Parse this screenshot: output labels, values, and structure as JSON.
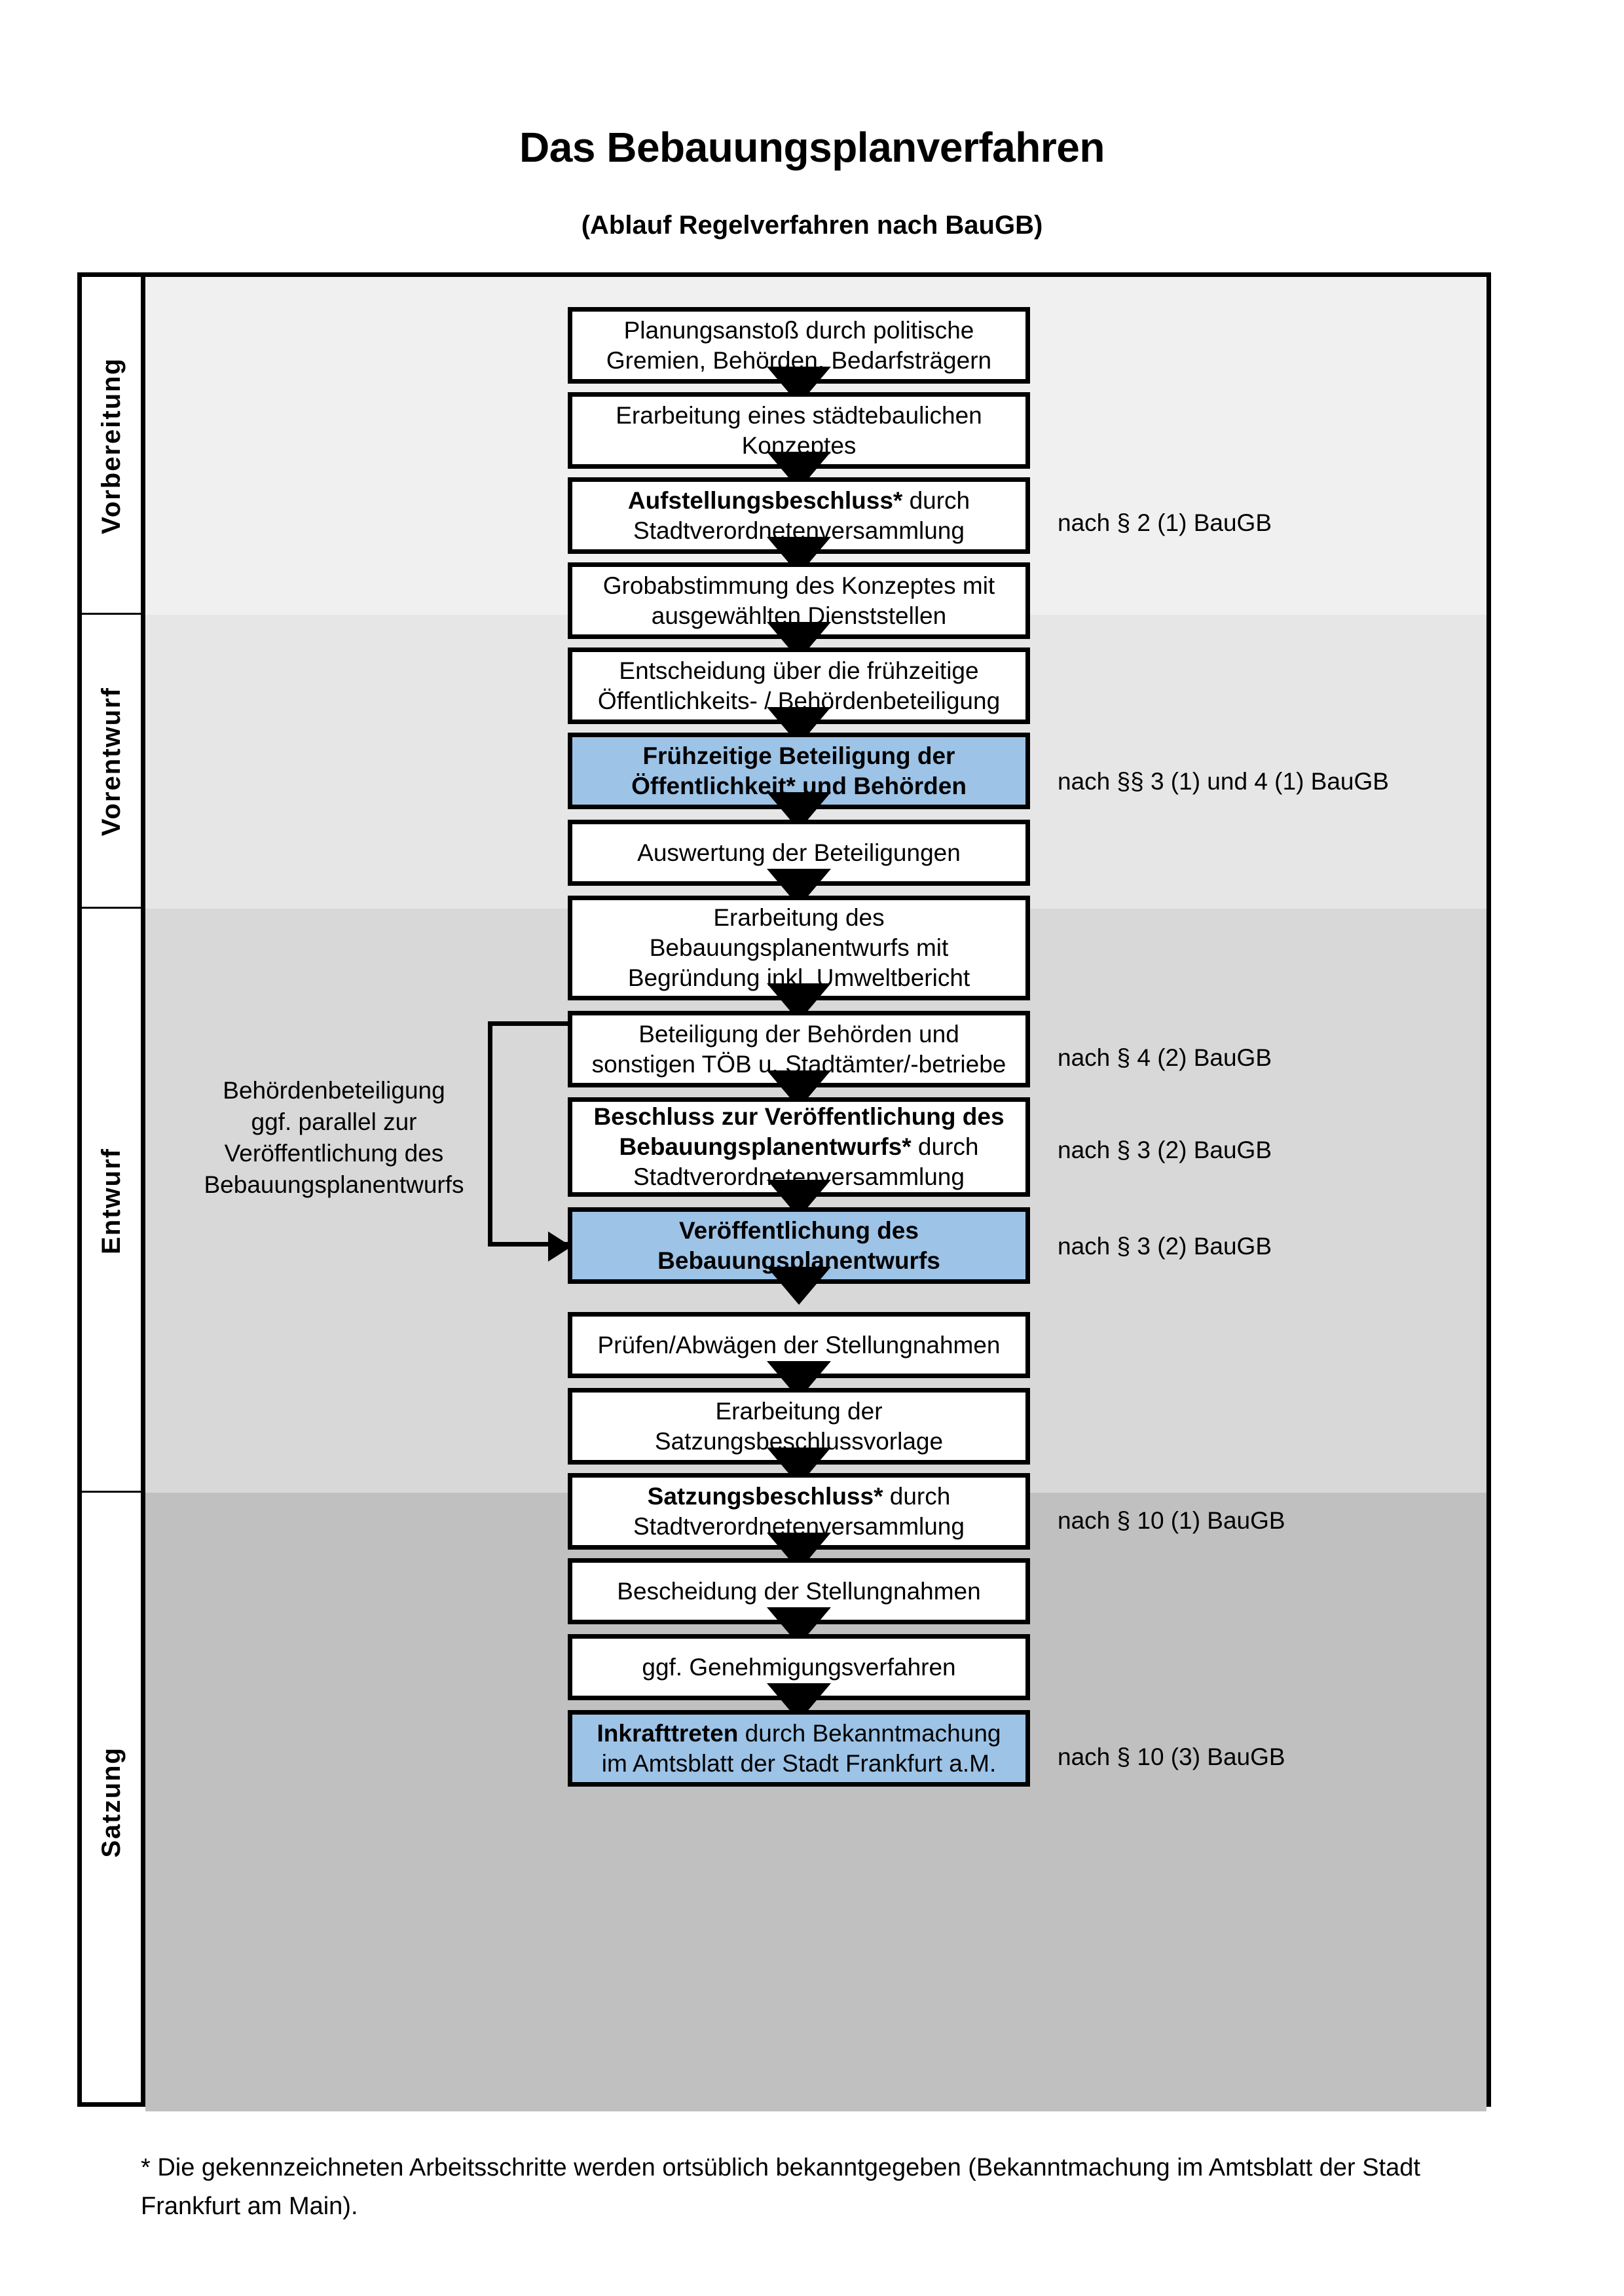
{
  "header": {
    "title": "Das Bebauungsplanverfahren",
    "subtitle": "(Ablauf Regelverfahren nach BauGB)"
  },
  "phases": [
    {
      "label": "Vorbereitung"
    },
    {
      "label": "Vorentwurf"
    },
    {
      "label": "Entwurf"
    },
    {
      "label": "Satzung"
    }
  ],
  "side_note": {
    "lines": [
      "Behördenbeteiligung",
      "ggf. parallel zur",
      "Veröffentlichung des",
      "Bebauungsplanentwurfs"
    ]
  },
  "steps": [
    {
      "id": "planungsanstoss",
      "phase": "Vorbereitung",
      "highlight": false,
      "lines": [
        {
          "parts": [
            {
              "text": "Planungsanstoß durch politische",
              "bold": false
            }
          ]
        },
        {
          "parts": [
            {
              "text": "Gremien, Behörden, Bedarfsträgern",
              "bold": false
            }
          ]
        }
      ]
    },
    {
      "id": "konzept",
      "phase": "Vorbereitung",
      "highlight": false,
      "lines": [
        {
          "parts": [
            {
              "text": "Erarbeitung eines städtebaulichen",
              "bold": false
            }
          ]
        },
        {
          "parts": [
            {
              "text": "Konzeptes",
              "bold": false
            }
          ]
        }
      ]
    },
    {
      "id": "aufstellungsbeschluss",
      "phase": "Vorbereitung",
      "highlight": false,
      "lines": [
        {
          "parts": [
            {
              "text": "Aufstellungsbeschluss*",
              "bold": true
            },
            {
              "text": " durch",
              "bold": false
            }
          ]
        },
        {
          "parts": [
            {
              "text": "Stadtverordnetenversammlung",
              "bold": false
            }
          ]
        }
      ]
    },
    {
      "id": "grobabstimmung",
      "phase": "Vorentwurf",
      "highlight": false,
      "lines": [
        {
          "parts": [
            {
              "text": "Grobabstimmung des Konzeptes mit",
              "bold": false
            }
          ]
        },
        {
          "parts": [
            {
              "text": "ausgewählten Dienststellen",
              "bold": false
            }
          ]
        }
      ]
    },
    {
      "id": "entscheidung-fruehzeitig",
      "phase": "Vorentwurf",
      "highlight": false,
      "lines": [
        {
          "parts": [
            {
              "text": "Entscheidung über die frühzeitige",
              "bold": false
            }
          ]
        },
        {
          "parts": [
            {
              "text": "Öffentlichkeits- / Behördenbeteiligung",
              "bold": false
            }
          ]
        }
      ]
    },
    {
      "id": "fruehzeitige-beteiligung",
      "phase": "Vorentwurf",
      "highlight": true,
      "lines": [
        {
          "parts": [
            {
              "text": "Frühzeitige Beteiligung der",
              "bold": true
            }
          ]
        },
        {
          "parts": [
            {
              "text": "Öffentlichkeit* und Behörden",
              "bold": true
            }
          ]
        }
      ]
    },
    {
      "id": "auswertung",
      "phase": "Entwurf",
      "highlight": false,
      "lines": [
        {
          "parts": [
            {
              "text": "Auswertung der Beteiligungen",
              "bold": false
            }
          ]
        }
      ]
    },
    {
      "id": "erarbeitung-entwurf",
      "phase": "Entwurf",
      "highlight": false,
      "lines": [
        {
          "parts": [
            {
              "text": "Erarbeitung des",
              "bold": false
            }
          ]
        },
        {
          "parts": [
            {
              "text": "Bebauungsplanentwurfs mit",
              "bold": false
            }
          ]
        },
        {
          "parts": [
            {
              "text": "Begründung inkl. Umweltbericht",
              "bold": false
            }
          ]
        }
      ]
    },
    {
      "id": "beteiligung-behoerden",
      "phase": "Entwurf",
      "highlight": false,
      "lines": [
        {
          "parts": [
            {
              "text": "Beteiligung der Behörden und",
              "bold": false
            }
          ]
        },
        {
          "parts": [
            {
              "text": "sonstigen TÖB u. Stadtämter/-betriebe",
              "bold": false
            }
          ]
        }
      ]
    },
    {
      "id": "beschluss-veroeffentlichung",
      "phase": "Entwurf",
      "highlight": false,
      "lines": [
        {
          "parts": [
            {
              "text": "Beschluss zur Veröffentlichung des",
              "bold": true
            }
          ]
        },
        {
          "parts": [
            {
              "text": "Bebauungsplanentwurfs*",
              "bold": true
            },
            {
              "text": " durch",
              "bold": false
            }
          ]
        },
        {
          "parts": [
            {
              "text": "Stadtverordnetenversammlung",
              "bold": false
            }
          ]
        }
      ]
    },
    {
      "id": "veroeffentlichung",
      "phase": "Entwurf",
      "highlight": true,
      "lines": [
        {
          "parts": [
            {
              "text": "Veröffentlichung des",
              "bold": true
            }
          ]
        },
        {
          "parts": [
            {
              "text": "Bebauungsplanentwurfs",
              "bold": true
            }
          ]
        }
      ]
    },
    {
      "id": "pruefen-abwaegen",
      "phase": "Satzung",
      "highlight": false,
      "lines": [
        {
          "parts": [
            {
              "text": "Prüfen/Abwägen der Stellungnahmen",
              "bold": false
            }
          ]
        }
      ]
    },
    {
      "id": "erarbeitung-satzungsvorlage",
      "phase": "Satzung",
      "highlight": false,
      "lines": [
        {
          "parts": [
            {
              "text": "Erarbeitung der",
              "bold": false
            }
          ]
        },
        {
          "parts": [
            {
              "text": "Satzungsbeschlussvorlage",
              "bold": false
            }
          ]
        }
      ]
    },
    {
      "id": "satzungsbeschluss",
      "phase": "Satzung",
      "highlight": false,
      "lines": [
        {
          "parts": [
            {
              "text": "Satzungsbeschluss*",
              "bold": true
            },
            {
              "text": " durch",
              "bold": false
            }
          ]
        },
        {
          "parts": [
            {
              "text": "Stadtverordnetenversammlung",
              "bold": false
            }
          ]
        }
      ]
    },
    {
      "id": "bescheidung",
      "phase": "Satzung",
      "highlight": false,
      "lines": [
        {
          "parts": [
            {
              "text": "Bescheidung der Stellungnahmen",
              "bold": false
            }
          ]
        }
      ]
    },
    {
      "id": "genehmigungsverfahren",
      "phase": "Satzung",
      "highlight": false,
      "lines": [
        {
          "parts": [
            {
              "text": "ggf. Genehmigungsverfahren",
              "bold": false
            }
          ]
        }
      ]
    },
    {
      "id": "inkrafttreten",
      "phase": "Satzung",
      "highlight": true,
      "lines": [
        {
          "parts": [
            {
              "text": "Inkrafttreten",
              "bold": true
            },
            {
              "text": " durch Bekanntmachung",
              "bold": false
            }
          ]
        },
        {
          "parts": [
            {
              "text": "im Amtsblatt der Stadt Frankfurt a.M.",
              "bold": false
            }
          ]
        }
      ]
    }
  ],
  "legal_refs": [
    {
      "id": "ref-2-1",
      "text": "nach § 2 (1) BauGB"
    },
    {
      "id": "ref-3-1-4-1",
      "text": "nach §§ 3 (1) und 4 (1) BauGB"
    },
    {
      "id": "ref-4-2",
      "text": "nach § 4 (2) BauGB"
    },
    {
      "id": "ref-3-2-a",
      "text": "nach § 3 (2) BauGB"
    },
    {
      "id": "ref-3-2-b",
      "text": "nach § 3 (2) BauGB"
    },
    {
      "id": "ref-10-1",
      "text": "nach § 10 (1) BauGB"
    },
    {
      "id": "ref-10-3",
      "text": "nach § 10 (3) BauGB"
    }
  ],
  "footnote": {
    "text": "* Die gekennzeichneten Arbeitsschritte werden ortsüblich bekanntgegeben (Bekanntmachung im Amtsblatt  der Stadt Frankfurt am Main)."
  },
  "colors": {
    "highlight_blue": "#9dc3e6",
    "band_vorbereitung": "#f0f0f0",
    "band_vorentwurf": "#e6e6e6",
    "band_entwurf": "#d8d8d8",
    "band_satzung": "#c0c0c0",
    "outline": "#000000"
  }
}
